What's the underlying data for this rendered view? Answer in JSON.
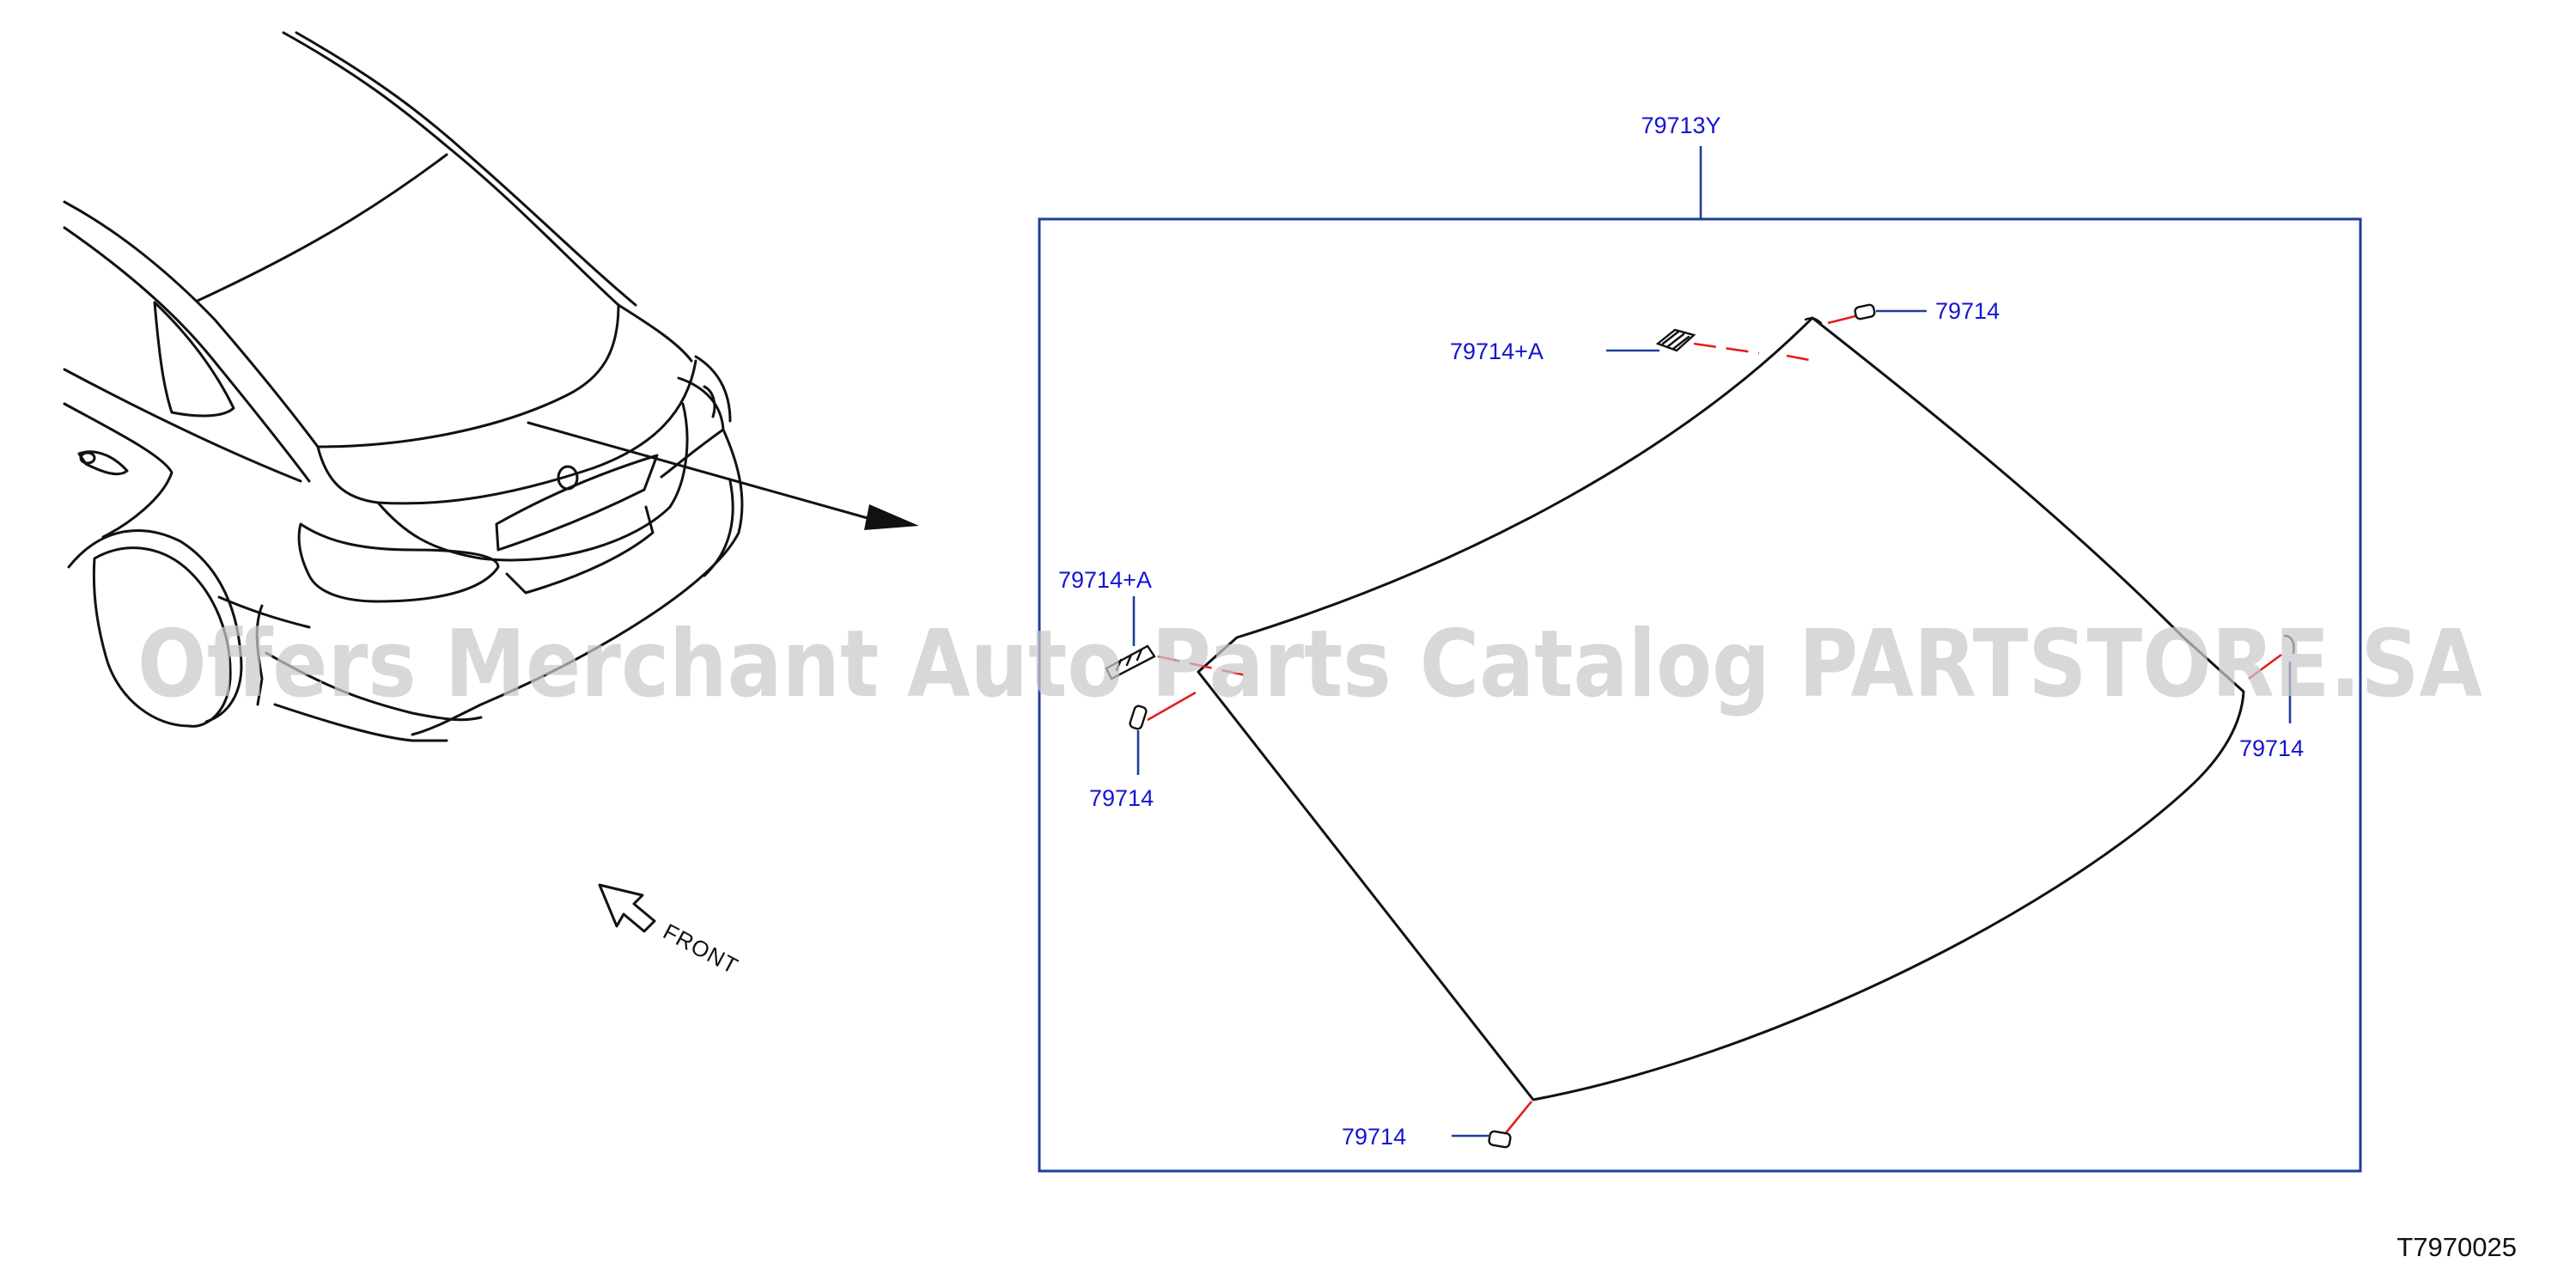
{
  "diagram": {
    "figure_code": "T7970025",
    "direction_label": "FRONT",
    "watermark": "Offers Merchant Auto Parts Catalog PARTSTORE.SA",
    "callouts": {
      "assembly": "79713Y",
      "top_right_clip": "79714",
      "top_left_clip": "79714+A",
      "left_upper_clip": "79714+A",
      "left_lower_clip": "79714",
      "right_clip": "79714",
      "bottom_clip": "79714"
    },
    "colors": {
      "callout_text": "#1414d2",
      "frame": "#1f3f9a",
      "leader_red": "#e0201c",
      "line_art": "#111111",
      "watermark": "#c9c9c9"
    }
  }
}
